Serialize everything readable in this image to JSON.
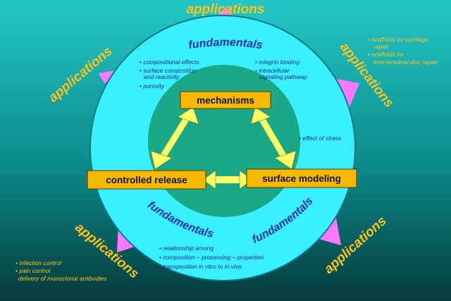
{
  "colors": {
    "background_top": "#23c7c7",
    "background_bottom": "#053a3a",
    "outer_ring": "#3af0ff",
    "inner_disc": "#1aa886",
    "box_fill": "#f7b800",
    "arrow_fill": "#ffff66",
    "application_arrow": "#ff77ff",
    "applications_text": "#ffc21a",
    "fundamentals_text": "#1f2fb8"
  },
  "applications": {
    "top": "applications",
    "left_upper": "applications",
    "right_upper": "applications",
    "left_lower": "applications",
    "right_lower": "applications"
  },
  "fundamentals": {
    "top": "fundamentals",
    "lower_left": "fundamentals",
    "lower_right": "fundamentals"
  },
  "boxes": {
    "mechanisms": "mechanisms",
    "controlled_release": "controlled release",
    "surface_modeling": "surface modeling"
  },
  "bullets": {
    "top_left": [
      "• compositional effects",
      "• surface composition",
      "and reactivity",
      "• porosity"
    ],
    "top_right": [
      "• integrin binding",
      "• intracellular",
      "signaling pathway"
    ],
    "right": [
      "• effect of stress"
    ],
    "bottom": [
      "• relationship among",
      "• composition – processing – properties",
      "• transposition in vitro to in vivo"
    ]
  },
  "side_notes": {
    "upper_right": [
      "• scaffolds for cartilage",
      "repair",
      "• scaffolds for",
      "intervertebral disc repair"
    ],
    "lower_left": [
      "• infection control",
      "• pain control",
      "delivery of monoclonal antibodies"
    ]
  }
}
